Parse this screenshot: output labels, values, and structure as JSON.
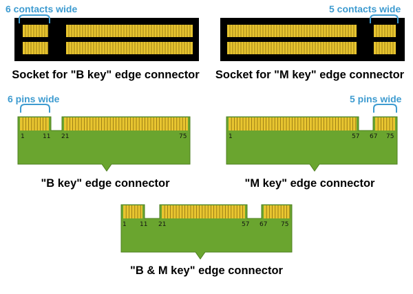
{
  "colors": {
    "socket_bg": "#000000",
    "contact_gold": "#e8c530",
    "contact_line": "#8a6d10",
    "pcb_green": "#6aa52f",
    "pcb_border": "#4e7f20",
    "bracket_blue": "#3d9bd0"
  },
  "sockets": [
    {
      "caption": "Socket for \"B key\" edge connector",
      "contacts_label": "6 contacts wide"
    },
    {
      "caption": "Socket for \"M key\" edge connector",
      "contacts_label": "5 contacts wide"
    }
  ],
  "connectors": [
    {
      "caption": "\"B key\" edge connector",
      "pins_label": "6 pins wide",
      "pin_labels": [
        "1",
        "11",
        "21",
        "75"
      ]
    },
    {
      "caption": "\"M key\" edge connector",
      "pins_label": "5 pins wide",
      "pin_labels": [
        "1",
        "57",
        "67",
        "75"
      ]
    },
    {
      "caption": "\"B & M key\" edge connector",
      "pin_labels": [
        "1",
        "11",
        "21",
        "57",
        "67",
        "75"
      ]
    }
  ]
}
